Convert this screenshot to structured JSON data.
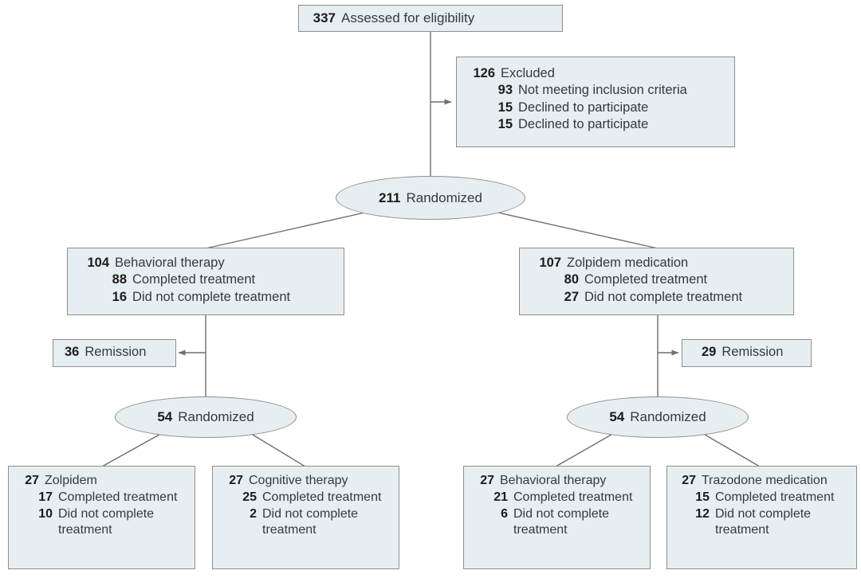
{
  "diagram": {
    "type": "consort-flow-diagram",
    "colors": {
      "node_fill": "#e7eef1",
      "node_border": "#8e8e8e",
      "edge": "#6f6f6f",
      "text": "#333a3d",
      "number": "#1b1b1b"
    },
    "nodes": {
      "assessed": {
        "shape": "rect",
        "lines": [
          {
            "num": "337",
            "text": "Assessed for eligibility",
            "indent": 0
          }
        ]
      },
      "excluded": {
        "shape": "rect",
        "lines": [
          {
            "num": "126",
            "text": "Excluded",
            "indent": 0
          },
          {
            "num": "93",
            "text": "Not meeting inclusion criteria",
            "indent": 1
          },
          {
            "num": "15",
            "text": "Declined to participate",
            "indent": 1
          },
          {
            "num": "15",
            "text": "Declined to participate",
            "indent": 1
          }
        ]
      },
      "randomized_1": {
        "shape": "ellipse",
        "num": "211",
        "text": "Randomized"
      },
      "behavioral_arm": {
        "shape": "rect",
        "lines": [
          {
            "num": "104",
            "text": "Behavioral therapy",
            "indent": 0
          },
          {
            "num": "88",
            "text": "Completed treatment",
            "indent": 1
          },
          {
            "num": "16",
            "text": "Did not complete treatment",
            "indent": 1
          }
        ]
      },
      "zolpidem_arm": {
        "shape": "rect",
        "lines": [
          {
            "num": "107",
            "text": "Zolpidem medication",
            "indent": 0
          },
          {
            "num": "80",
            "text": "Completed treatment",
            "indent": 1
          },
          {
            "num": "27",
            "text": "Did not complete treatment",
            "indent": 1
          }
        ]
      },
      "remission_left": {
        "shape": "rect",
        "num": "36",
        "text": "Remission"
      },
      "remission_right": {
        "shape": "rect",
        "num": "29",
        "text": "Remission"
      },
      "randomized_2_left": {
        "shape": "ellipse",
        "num": "54",
        "text": "Randomized"
      },
      "randomized_2_right": {
        "shape": "ellipse",
        "num": "54",
        "text": "Randomized"
      },
      "zolpidem_stage2": {
        "shape": "rect",
        "lines": [
          {
            "num": "27",
            "text": "Zolpidem",
            "indent": 0
          },
          {
            "num": "17",
            "text": "Completed treatment",
            "indent": 1
          },
          {
            "num": "10",
            "text": "Did not complete treatment",
            "indent": 1
          }
        ]
      },
      "cognitive_stage2": {
        "shape": "rect",
        "lines": [
          {
            "num": "27",
            "text": "Cognitive therapy",
            "indent": 0
          },
          {
            "num": "25",
            "text": "Completed treatment",
            "indent": 1
          },
          {
            "num": "2",
            "text": "Did not complete treatment",
            "indent": 1
          }
        ]
      },
      "behavioral_stage2": {
        "shape": "rect",
        "lines": [
          {
            "num": "27",
            "text": "Behavioral therapy",
            "indent": 0
          },
          {
            "num": "21",
            "text": "Completed treatment",
            "indent": 1
          },
          {
            "num": "6",
            "text": "Did not complete treatment",
            "indent": 1
          }
        ]
      },
      "trazodone_stage2": {
        "shape": "rect",
        "lines": [
          {
            "num": "27",
            "text": "Trazodone medication",
            "indent": 0
          },
          {
            "num": "15",
            "text": "Completed treatment",
            "indent": 1
          },
          {
            "num": "12",
            "text": "Did not complete treatment",
            "indent": 1
          }
        ]
      }
    }
  }
}
